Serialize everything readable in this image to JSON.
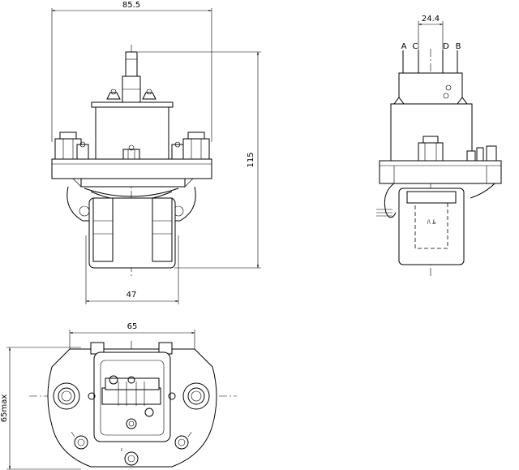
{
  "front_view": {
    "width_dim": "85.5",
    "height_dim": "115",
    "base_dim": "47"
  },
  "side_view": {
    "terminal_spacing_dim": "24.4",
    "terminal_labels": [
      "A",
      "C",
      "D",
      "B"
    ]
  },
  "bottom_view": {
    "width_dim": "65",
    "height_dim": "65max"
  }
}
